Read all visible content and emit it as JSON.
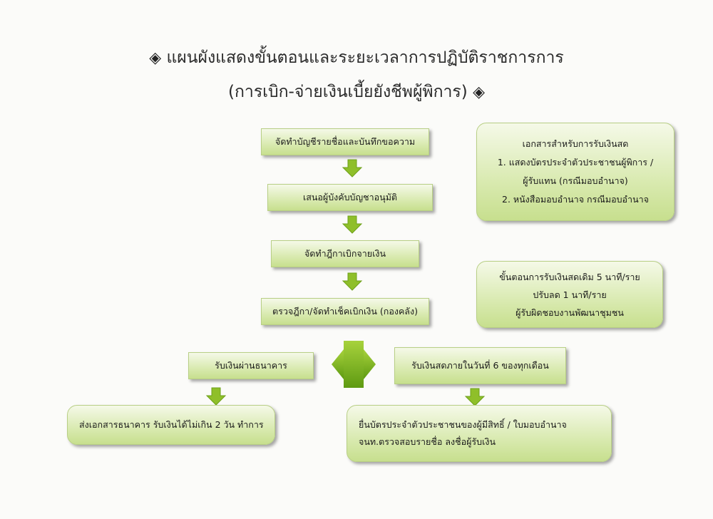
{
  "title": {
    "line1": "แผนผังแสดงขั้นตอนและระยะเวลาการปฏิบัติราชการการ",
    "line2": "(การเบิก-จ่ายเงินเบี้ยยังชีพผู้พิการ)",
    "diamond": "◈"
  },
  "steps": [
    "จัดทำบัญชีรายชื่อและบันทึกขอความ",
    "เสนอผู้บังคับบัญชาอนุมัติ",
    "จัดทำฎีกาเบิกจายเงิน",
    "ตรวจฎีกา/จัดทำเช็คเบิกเงิน (กองคลัง)"
  ],
  "branches": {
    "bank": {
      "label": "รับเงินผ่านธนาคาร",
      "detail": "ส่งเอกสารธนาคาร รับเงินได้ไม่เกิน 2 วัน ทำการ"
    },
    "cash": {
      "label": "รับเงินสดภายในวันที่ 6 ของทุกเดือน",
      "detail_lines": [
        "ยื่นบัตรประจำตัวประชาชนของผู้มีสิทธิ์ /  ใบมอบอำนาจ",
        "จนท.ตรวจสอบรายชื่อ ลงชื่อผู้รับเงิน"
      ]
    }
  },
  "notes": {
    "documents": [
      "เอกสารสำหรับการรับเงินสด",
      "1. แสดงบัตรประจำตัวประชาชนผู้พิการ /",
      "ผู้รับแทน (กรณีมอบอำนาจ)",
      "2. หนังสือมอบอำนาจ กรณีมอบอำนาจ"
    ],
    "timing": [
      "ขั้นตอนการรับเงินสดเดิม 5 นาที/ราย",
      "ปรับลด 1 นาที/ราย",
      "ผู้รับผิดชอบงานพัฒนาชุมชน"
    ]
  },
  "colors": {
    "arrow": "#8fbf2a",
    "arrow_dark": "#5e9a12"
  }
}
